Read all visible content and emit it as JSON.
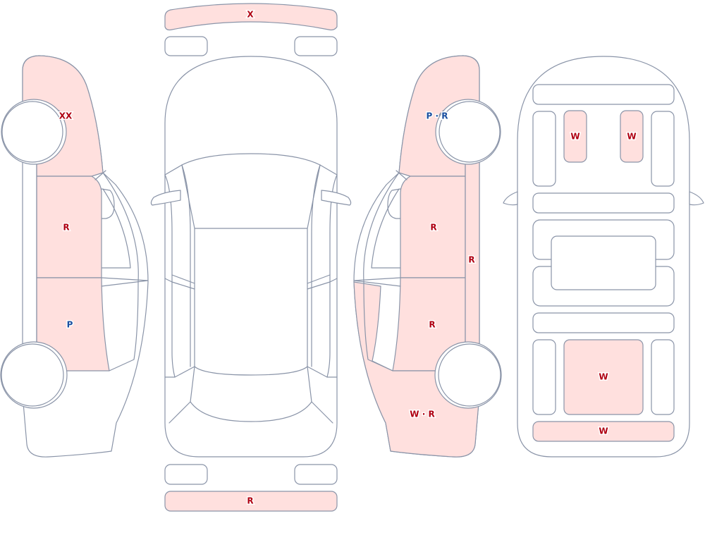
{
  "colors": {
    "outline": "#8a94a8",
    "damage_fill": "#ffe0de",
    "code_red": "#b00012",
    "code_blue": "#1a4fa0"
  },
  "labels": {
    "front_bumper": "X",
    "rear_bumper": "R",
    "left_front_fender": "XX",
    "left_front_door": "R",
    "left_rear_door": "P",
    "right_front_fender": "P · R",
    "right_front_door": "R",
    "right_rear_door": "R",
    "right_rocker": "R",
    "right_rear_quarter": "W · R",
    "front_window_left": "W",
    "front_window_right": "W",
    "rear_glass": "W",
    "rear_panel": "W"
  }
}
